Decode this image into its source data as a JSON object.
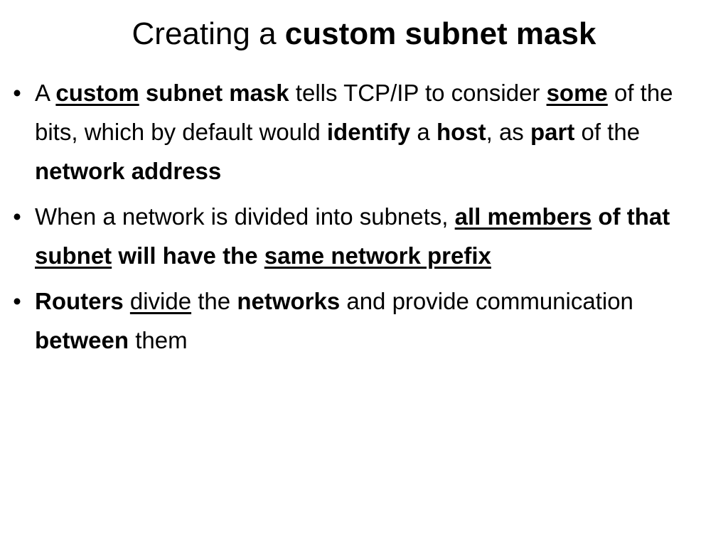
{
  "slide": {
    "title": {
      "normal": "Creating a ",
      "bold": "custom subnet mask"
    },
    "bullet_symbol": "•",
    "bullets": [
      {
        "runs": [
          {
            "text": "A ",
            "bold": false,
            "underline": false
          },
          {
            "text": "custom",
            "bold": true,
            "underline": true
          },
          {
            "text": " ",
            "bold": false,
            "underline": false
          },
          {
            "text": "subnet mask",
            "bold": true,
            "underline": false
          },
          {
            "text": " tells TCP/IP to consider ",
            "bold": false,
            "underline": false
          },
          {
            "text": "some",
            "bold": true,
            "underline": true
          },
          {
            "text": " of the bits, which by default would ",
            "bold": false,
            "underline": false
          },
          {
            "text": "identify",
            "bold": true,
            "underline": false
          },
          {
            "text": " a ",
            "bold": false,
            "underline": false
          },
          {
            "text": "host",
            "bold": true,
            "underline": false
          },
          {
            "text": ", as ",
            "bold": false,
            "underline": false
          },
          {
            "text": "part",
            "bold": true,
            "underline": false
          },
          {
            "text": " of the ",
            "bold": false,
            "underline": false
          },
          {
            "text": "network address",
            "bold": true,
            "underline": false
          }
        ]
      },
      {
        "runs": [
          {
            "text": "When a network is divided into subnets, ",
            "bold": false,
            "underline": false
          },
          {
            "text": "all members",
            "bold": true,
            "underline": true
          },
          {
            "text": " of that ",
            "bold": true,
            "underline": false
          },
          {
            "text": "subnet",
            "bold": true,
            "underline": true
          },
          {
            "text": " will have the ",
            "bold": true,
            "underline": false
          },
          {
            "text": "same network prefix",
            "bold": true,
            "underline": true
          }
        ]
      },
      {
        "runs": [
          {
            "text": "Routers",
            "bold": true,
            "underline": false
          },
          {
            "text": " ",
            "bold": false,
            "underline": false
          },
          {
            "text": "divide",
            "bold": false,
            "underline": true
          },
          {
            "text": " the ",
            "bold": false,
            "underline": false
          },
          {
            "text": "networks",
            "bold": true,
            "underline": false
          },
          {
            "text": " and provide communication ",
            "bold": false,
            "underline": false
          },
          {
            "text": "between",
            "bold": true,
            "underline": false
          },
          {
            "text": " them",
            "bold": false,
            "underline": false
          }
        ]
      }
    ]
  }
}
